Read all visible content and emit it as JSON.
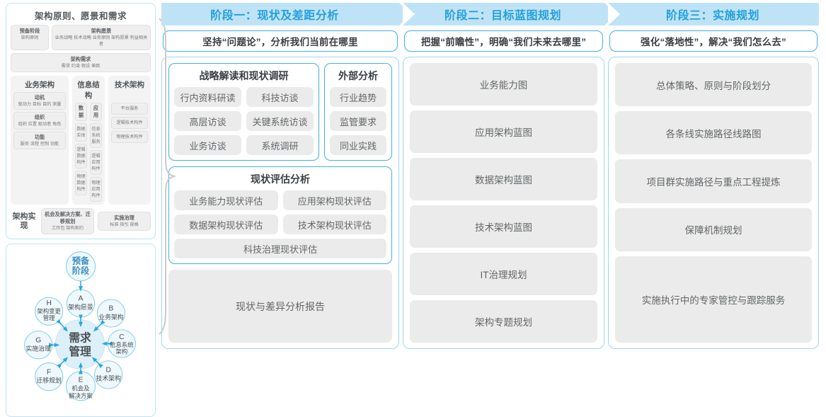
{
  "left_panel": {
    "togaf": {
      "title": "架构原则、愿景和需求",
      "row1": [
        {
          "heading": "预备阶段",
          "sub": "架构原则"
        },
        {
          "heading": "架构愿景",
          "sub": "业务战略 技术战略 业务原则 架构愿景 利益相关者"
        }
      ],
      "row2": {
        "heading": "架构需求",
        "sub": "需求  约束  假设  差距"
      },
      "columns": [
        {
          "title": "业务架构",
          "items": [
            {
              "heading": "动机",
              "sub": "驱动力 目标 目的 测量"
            },
            {
              "heading": "组织",
              "sub": "组织 位置 驱动者 角色"
            },
            {
              "heading": "功能",
              "sub": "服务 流程 控制 功能"
            }
          ]
        },
        {
          "title": "信息结构",
          "subcolumns": [
            {
              "heading": "数据",
              "items": [
                "数据实体",
                "逻辑数据构件",
                "物理数据构件"
              ]
            },
            {
              "heading": "应用",
              "items": [
                "信息系统服务",
                "逻辑应用构件",
                "物理应用构件"
              ]
            }
          ]
        },
        {
          "title": "技术架构",
          "items": [
            "平台服务",
            "逻辑技术构件",
            "物理技术构件"
          ]
        }
      ],
      "bottom": {
        "label": "架构实现",
        "boxes": [
          {
            "heading": "机会及解决方案、迁移规划",
            "sub": "工作包  架构契约"
          },
          {
            "heading": "实施治理",
            "sub": "标准  指引  规格"
          }
        ]
      }
    },
    "cycle": {
      "top_node": "预备阶段",
      "center": "需求管理",
      "nodes": [
        {
          "key": "A",
          "label": "架构愿景"
        },
        {
          "key": "B",
          "label": "业务架构"
        },
        {
          "key": "C",
          "label": "信息系统架构"
        },
        {
          "key": "D",
          "label": "技术架构"
        },
        {
          "key": "E",
          "label": "机会及解决方案"
        },
        {
          "key": "F",
          "label": "迁移规划"
        },
        {
          "key": "G",
          "label": "实施治理"
        },
        {
          "key": "H",
          "label": "架构变更管理"
        }
      ]
    }
  },
  "phases": [
    {
      "banner": "阶段一：现状及差距分析",
      "subtitle": "坚持“问题论”，分析我们当前在哪里",
      "cards": [
        {
          "title": "战略解读和现状调研",
          "rows": [
            [
              "行内资料研读",
              "科技访谈"
            ],
            [
              "高层访谈",
              "关键系统访谈"
            ],
            [
              "业务访谈",
              "系统调研"
            ]
          ]
        },
        {
          "title": "外部分析",
          "rows": [
            [
              "行业趋势"
            ],
            [
              "监管要求"
            ],
            [
              "同业实践"
            ]
          ]
        },
        {
          "title": "现状评估分析",
          "rows": [
            [
              "业务能力现状评估",
              "应用架构现状评估"
            ],
            [
              "数据架构现状评估",
              "技术架构现状评估"
            ],
            [
              "科技治理现状评估"
            ]
          ]
        }
      ],
      "report": "现状与差异分析报告"
    },
    {
      "banner": "阶段二：目标蓝图规划",
      "subtitle": "把握“前瞻性”，明确“我们未来去哪里”",
      "items": [
        "业务能力图",
        "应用架构蓝图",
        "数据架构蓝图",
        "技术架构蓝图",
        "IT治理规划",
        "架构专题规划"
      ]
    },
    {
      "banner": "阶段三：实施规划",
      "subtitle": "强化“落地性”，解决“我们怎么去”",
      "items": [
        "总体策略、原则与阶段划分",
        "各条线实施路径线路图",
        "项目群实施路径与重点工程提炼",
        "保障机制规划",
        "实施执行中的专家管控与跟踪服务"
      ]
    }
  ],
  "colors": {
    "banner_bg": "#bfe3f6",
    "banner_text": "#23a0dc",
    "card_border": "#43b0e0",
    "panel_border": "#9fd6ef",
    "chip_bg": "#ebebeb",
    "chip_text": "#636668",
    "cycle_node": "#eaf6fc",
    "cycle_stroke": "#7ec8e8",
    "arrow": "#2aa8e0"
  }
}
